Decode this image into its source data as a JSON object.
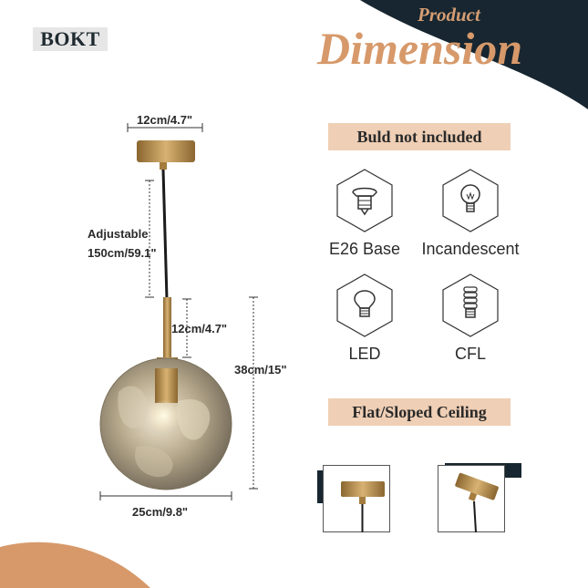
{
  "brand": "BOKT",
  "header": {
    "small": "Product",
    "big": "Dimension"
  },
  "dimensions": {
    "canopy_width": "12cm/4.7\"",
    "cord_label": "Adjustable",
    "cord_length": "150cm/59.1\"",
    "stem_length": "12cm/4.7\"",
    "total_height": "38cm/15\"",
    "globe_width": "25cm/9.8\""
  },
  "bulb_note": "Buld not included",
  "bulb_types": [
    {
      "label": "E26 Base",
      "icon": "e26-base-icon"
    },
    {
      "label": "Incandescent",
      "icon": "incandescent-bulb-icon"
    },
    {
      "label": "LED",
      "icon": "led-bulb-icon"
    },
    {
      "label": "CFL",
      "icon": "cfl-bulb-icon"
    }
  ],
  "ceiling_note": "Flat/Sloped Ceiling",
  "colors": {
    "dark": "#172630",
    "accent": "#d7996a",
    "pill": "#efcfb5",
    "brass": "#b8904e",
    "peach": "#d7996a"
  }
}
